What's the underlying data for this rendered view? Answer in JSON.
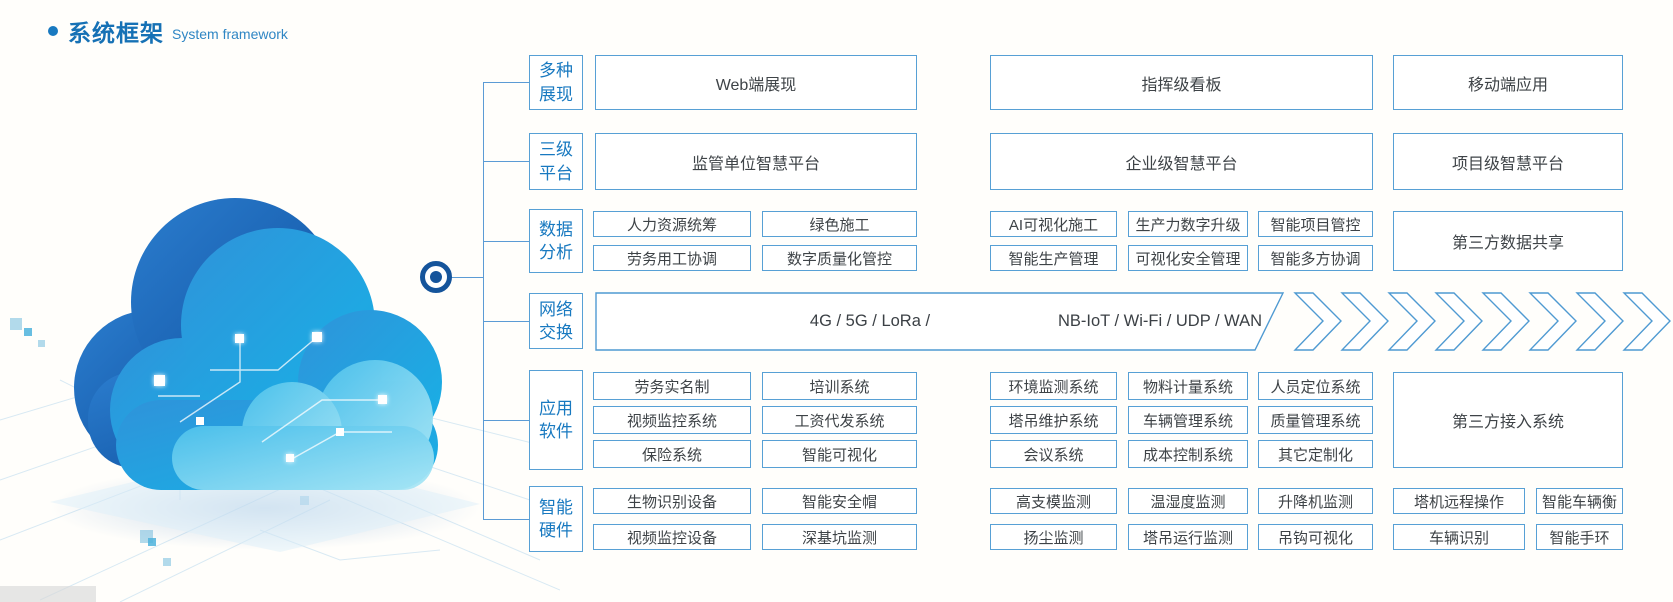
{
  "page": {
    "title_zh": "系统框架",
    "title_en": "System framework"
  },
  "framework": {
    "categories": [
      {
        "id": "display",
        "lines": [
          "多种",
          "展现"
        ]
      },
      {
        "id": "platform",
        "lines": [
          "三级",
          "平台"
        ]
      },
      {
        "id": "data",
        "lines": [
          "数据",
          "分析"
        ]
      },
      {
        "id": "network",
        "lines": [
          "网络",
          "交换"
        ]
      },
      {
        "id": "software",
        "lines": [
          "应用",
          "软件"
        ]
      },
      {
        "id": "hardware",
        "lines": [
          "智能",
          "硬件"
        ]
      }
    ],
    "row1": {
      "cells": [
        "Web端展现",
        "指挥级看板",
        "移动端应用"
      ]
    },
    "row2": {
      "cells": [
        "监管单位智慧平台",
        "企业级智慧平台",
        "项目级智慧平台"
      ]
    },
    "row3": {
      "left": [
        [
          "人力资源统筹",
          "绿色施工"
        ],
        [
          "劳务用工协调",
          "数字质量化管控"
        ]
      ],
      "mid": [
        [
          "AI可视化施工",
          "生产力数字升级",
          "智能项目管控"
        ],
        [
          "智能生产管理",
          "可视化安全管理",
          "智能多方协调"
        ]
      ],
      "right": "第三方数据共享"
    },
    "row4": {
      "label_left": "4G / 5G / LoRa /",
      "label_right": "NB-IoT / Wi-Fi / UDP / WAN",
      "chevron_count": 8
    },
    "row5": {
      "left": [
        [
          "劳务实名制",
          "培训系统"
        ],
        [
          "视频监控系统",
          "工资代发系统"
        ],
        [
          "保险系统",
          "智能可视化"
        ]
      ],
      "mid": [
        [
          "环境监测系统",
          "物料计量系统",
          "人员定位系统"
        ],
        [
          "塔吊维护系统",
          "车辆管理系统",
          "质量管理系统"
        ],
        [
          "会议系统",
          "成本控制系统",
          "其它定制化"
        ]
      ],
      "right": "第三方接入系统"
    },
    "row6": {
      "rows": [
        [
          "生物识别设备",
          "智能安全帽",
          "高支模监测",
          "温湿度监测",
          "升降机监测",
          "塔机远程操作",
          "智能车辆衡"
        ],
        [
          "视频监控设备",
          "深基坑监测",
          "扬尘监测",
          "塔吊运行监测",
          "吊钩可视化",
          "车辆识别",
          "智能手环"
        ]
      ]
    },
    "colors": {
      "accent": "#1879c0",
      "border": "#57a0d5",
      "text": "#3e4347"
    }
  }
}
